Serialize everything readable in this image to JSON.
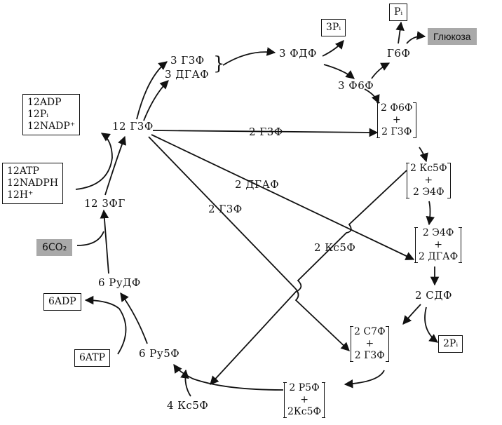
{
  "boxes": {
    "pi_top": "Pᵢ",
    "pi3": "3Pᵢ",
    "glucose": "Глюкоза",
    "inputs1": [
      "12ADP",
      "12Pᵢ",
      "12NADP⁺"
    ],
    "inputs2": [
      "12ATP",
      "12NADPH",
      "12H⁺"
    ],
    "co2": "6CO₂",
    "adp6": "6ADP",
    "atp6": "6ATP",
    "pi2": "2Pᵢ"
  },
  "labels": {
    "g3f3": "3 Г3Ф",
    "dgaf3": "3 ДГАФ",
    "fdf3": "3 ФДФ",
    "f6f3": "3 Ф6Ф",
    "g6f": "Г6Ф",
    "g3f12": "12 Г3Ф",
    "g3f2_mid": "2 Г3Ф",
    "dgaf2": "2 ДГАФ",
    "g3f2_diag": "2 Г3Ф",
    "ks5f2_diag": "2 Кс5Ф",
    "fg3_12": "12 3ФГ",
    "rudf6": "6 РуДФ",
    "ru5f6": "6 Ру5Ф",
    "ks5f4": "4 Кс5Ф",
    "sdf2": "2 СДФ"
  },
  "brackets": {
    "b1": [
      "2 Ф6Ф",
      "+",
      "2  Г3Ф"
    ],
    "b2": [
      "2 Кс5Ф",
      "+",
      "2  Э4Ф"
    ],
    "b3": [
      "2 Э4Ф",
      "+",
      "2 ДГАФ"
    ],
    "b4": [
      "2 С7Ф",
      "+",
      "2  Г3Ф"
    ],
    "b5": [
      "2 Р5Ф",
      "+",
      "2Кс5Ф"
    ]
  },
  "colors": {
    "ink": "#111111",
    "shade": "#a9a9a9"
  }
}
